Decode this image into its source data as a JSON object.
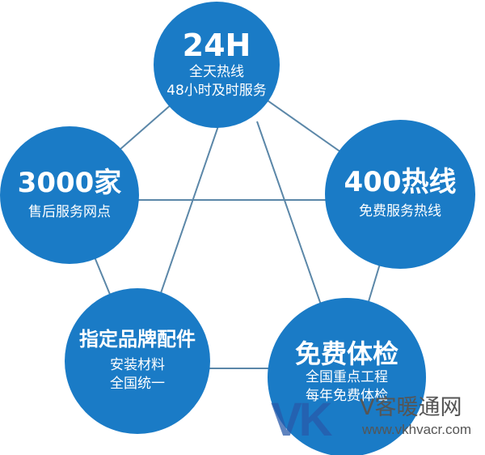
{
  "colors": {
    "circle": "#1a7bc6",
    "line": "#5b87a8"
  },
  "nodes": [
    {
      "title": "24H",
      "lines": [
        "全天热线",
        "48小时及时服务"
      ]
    },
    {
      "title": "3000家",
      "lines": [
        "售后服务网点"
      ]
    },
    {
      "title": "400热线",
      "lines": [
        "免费服务热线"
      ]
    },
    {
      "title": "指定品牌配件",
      "lines": [
        "安装材料",
        "全国统一"
      ]
    },
    {
      "title": "免费体检",
      "lines": [
        "全国重点工程",
        "每年免费体检"
      ]
    }
  ],
  "watermark": {
    "logo": "VK",
    "name": "V客暖通网",
    "url": "www.vkhvacr.com"
  }
}
